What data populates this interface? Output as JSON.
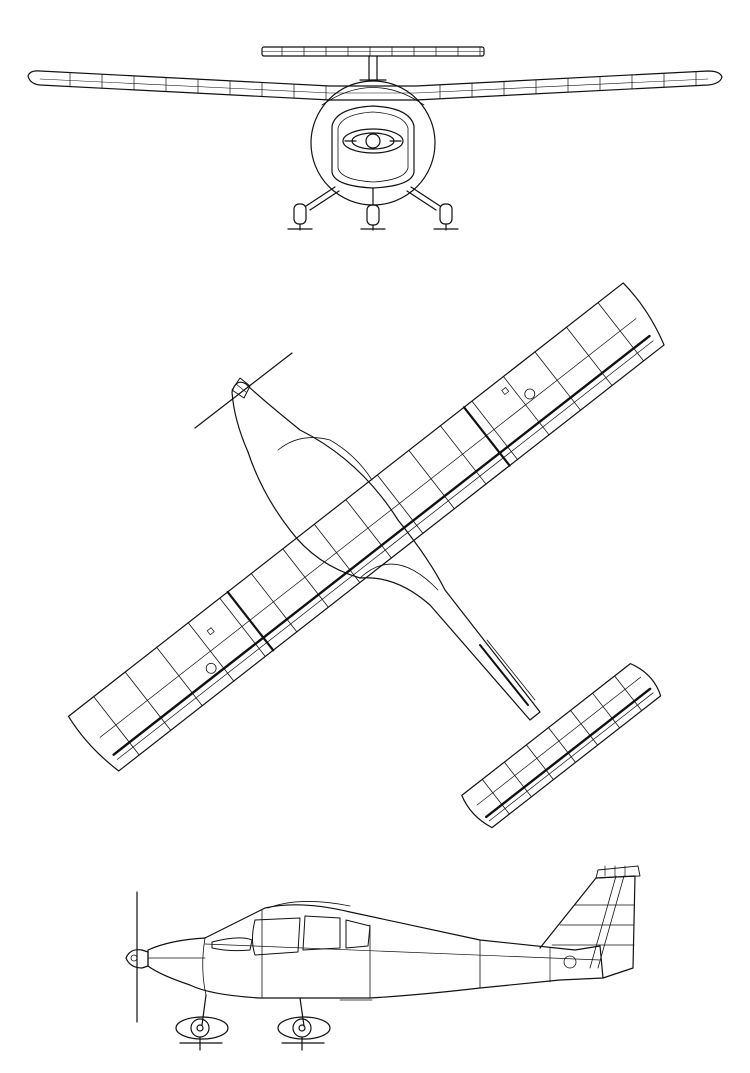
{
  "drawing": {
    "subject": "aircraft",
    "views": [
      "front-view",
      "top-view",
      "side-view"
    ],
    "line_color": "#111111",
    "background": "#ffffff"
  }
}
